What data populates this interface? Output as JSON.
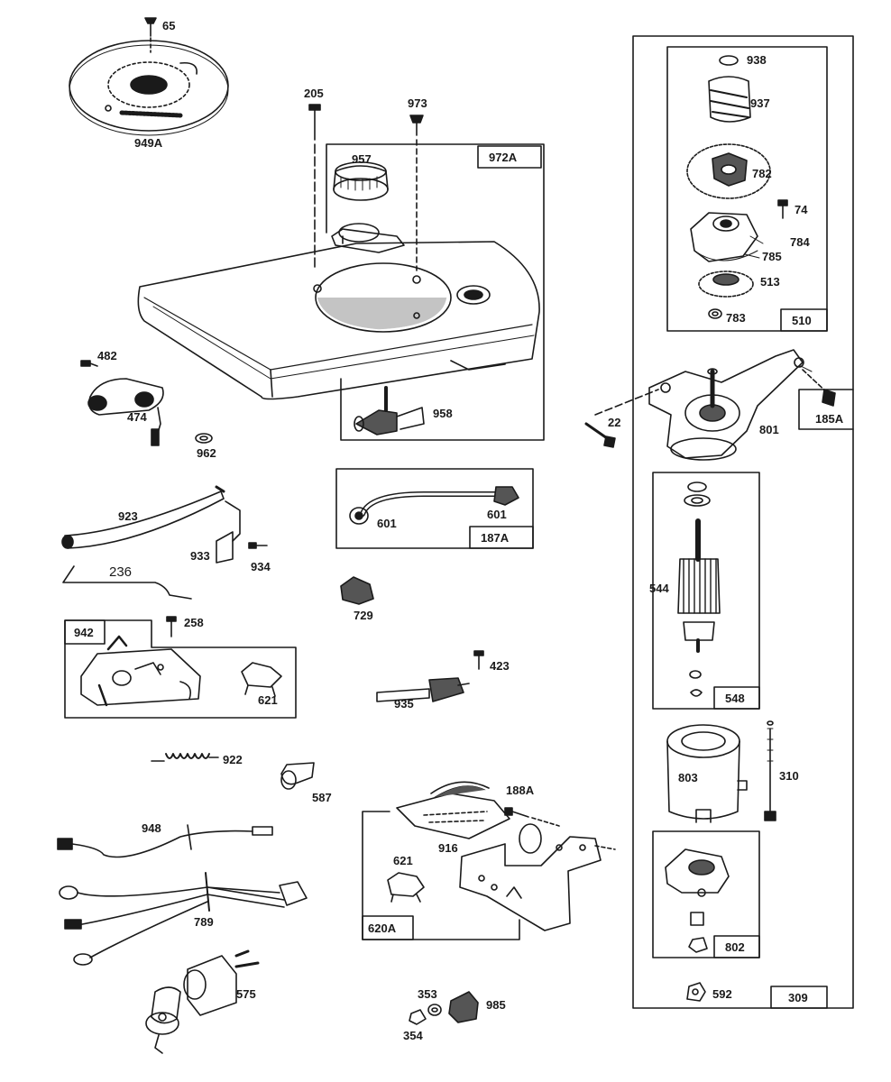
{
  "colors": {
    "ink": "#1a1a1a",
    "paper": "#ffffff",
    "shade": "#555555"
  },
  "group_boxes": [
    {
      "id": "972A",
      "label": "972A"
    },
    {
      "id": "187A",
      "label": "187A"
    },
    {
      "id": "942",
      "label": "942"
    },
    {
      "id": "620A",
      "label": "620A"
    },
    {
      "id": "510",
      "label": "510"
    },
    {
      "id": "185A",
      "label": "185A"
    },
    {
      "id": "548",
      "label": "548"
    },
    {
      "id": "802",
      "label": "802"
    },
    {
      "id": "309",
      "label": "309"
    }
  ],
  "part_labels": {
    "p65": "65",
    "p949A": "949A",
    "p205": "205",
    "p973": "973",
    "p957": "957",
    "p482": "482",
    "p474": "474",
    "p962": "962",
    "p958": "958",
    "p601a": "601",
    "p601b": "601",
    "p923": "923",
    "p933": "933",
    "p934": "934",
    "p236": "236",
    "p258": "258",
    "p621a": "621",
    "p729": "729",
    "p423": "423",
    "p935": "935",
    "p922": "922",
    "p587": "587",
    "p948": "948",
    "p789": "789",
    "p575": "575",
    "p188A": "188A",
    "p916": "916",
    "p621b": "621",
    "p353": "353",
    "p354": "354",
    "p985": "985",
    "p938": "938",
    "p937": "937",
    "p782": "782",
    "p74": "74",
    "p784": "784",
    "p785": "785",
    "p513": "513",
    "p783": "783",
    "p22": "22",
    "p801": "801",
    "p544": "544",
    "p803": "803",
    "p310": "310",
    "p592": "592"
  }
}
